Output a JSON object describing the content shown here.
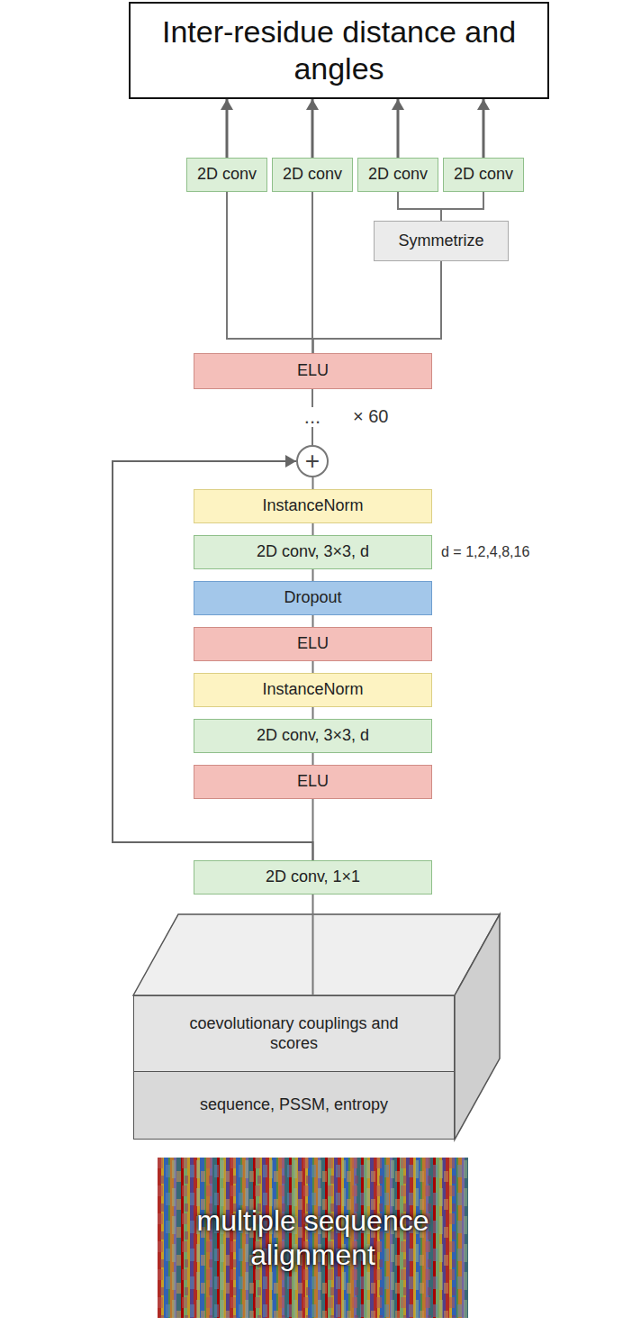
{
  "diagram": {
    "nodes": [
      {
        "text": [
          "Inter-residue distance and angles"
        ]
      },
      {
        "text": [
          "2D conv"
        ]
      },
      {
        "text": [
          "2D conv"
        ]
      },
      {
        "text": [
          "2D conv"
        ]
      },
      {
        "text": [
          "2D conv"
        ]
      },
      {
        "text": [
          "Symmetrize"
        ]
      },
      {
        "text": [
          "ELU"
        ]
      },
      {
        "text": [
          "+"
        ]
      },
      {
        "text": [
          "InstanceNorm"
        ]
      },
      {
        "text": [
          "2D conv, 3×3, d"
        ]
      },
      {
        "text": [
          "Dropout"
        ]
      },
      {
        "text": [
          "ELU"
        ]
      },
      {
        "text": [
          "InstanceNorm"
        ]
      },
      {
        "text": [
          "2D conv, 3×3, d"
        ]
      },
      {
        "text": [
          "ELU"
        ]
      },
      {
        "text": [
          "2D conv, 1×1"
        ]
      },
      {
        "text": [
          "coevolutionary couplings and scores"
        ]
      },
      {
        "text": [
          "sequence, PSSM, entropy"
        ]
      },
      {
        "text": [
          "multiple sequence alignment"
        ]
      }
    ],
    "edges": [
      {
        "from": 1,
        "to": 0,
        "arrow": "to"
      },
      {
        "from": 2,
        "to": 0,
        "arrow": "to"
      },
      {
        "from": 3,
        "to": 0,
        "arrow": "to"
      },
      {
        "from": 4,
        "to": 0,
        "arrow": "to"
      },
      {
        "from": 5,
        "to": 3,
        "arrow": "none"
      },
      {
        "from": 5,
        "to": 4,
        "arrow": "none"
      },
      {
        "from": 6,
        "to": 1,
        "arrow": "none"
      },
      {
        "from": 6,
        "to": 2,
        "arrow": "none"
      },
      {
        "from": 6,
        "to": 5,
        "arrow": "none"
      },
      {
        "from": 7,
        "to": 6,
        "label": "...",
        "arrow": "none"
      },
      {
        "from": 8,
        "to": 7,
        "arrow": "none"
      },
      {
        "from": 9,
        "to": 8,
        "arrow": "none"
      },
      {
        "from": 10,
        "to": 9,
        "arrow": "none"
      },
      {
        "from": 11,
        "to": 10,
        "arrow": "none"
      },
      {
        "from": 12,
        "to": 11,
        "arrow": "none"
      },
      {
        "from": 13,
        "to": 12,
        "arrow": "none"
      },
      {
        "from": 14,
        "to": 13,
        "arrow": "none"
      },
      {
        "from": 15,
        "to": 14,
        "arrow": "none"
      },
      {
        "from": 15,
        "to": 7,
        "arrow": "to"
      },
      {
        "from": 16,
        "to": 15,
        "arrow": "none"
      }
    ],
    "labels": [
      "× 60",
      "d = 1,2,4,8,16"
    ]
  }
}
